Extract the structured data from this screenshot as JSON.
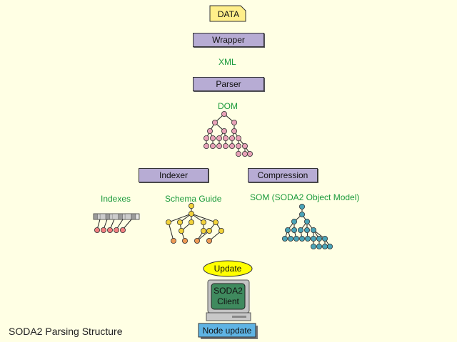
{
  "diagram": {
    "data_label": "DATA",
    "wrapper_label": "Wrapper",
    "xml_label": "XML",
    "parser_label": "Parser",
    "dom_label": "DOM",
    "indexer_label": "Indexer",
    "compression_label": "Compression",
    "indexes_label": "Indexes",
    "schema_guide_label": "Schema Guide",
    "som_label": "SOM (SODA2 Object Model)",
    "update_label": "Update",
    "client_line1": "SODA2",
    "client_line2": "Client",
    "node_update_label": "Node update",
    "caption": "SODA2 Parsing Structure"
  },
  "colors": {
    "background": "#ffffe4",
    "process_box": "#b7acd4",
    "data_label_green": "#1a9a3a",
    "dom_node": "#e8a2b8",
    "schema_node": "#f2d23a",
    "schema_leaf": "#ee9a55",
    "som_node": "#4aa4b8",
    "index_node": "#f08080",
    "update_ellipse": "#ffff00",
    "client_screen": "#3f8a5e",
    "node_update_box": "#5fb4e4"
  }
}
